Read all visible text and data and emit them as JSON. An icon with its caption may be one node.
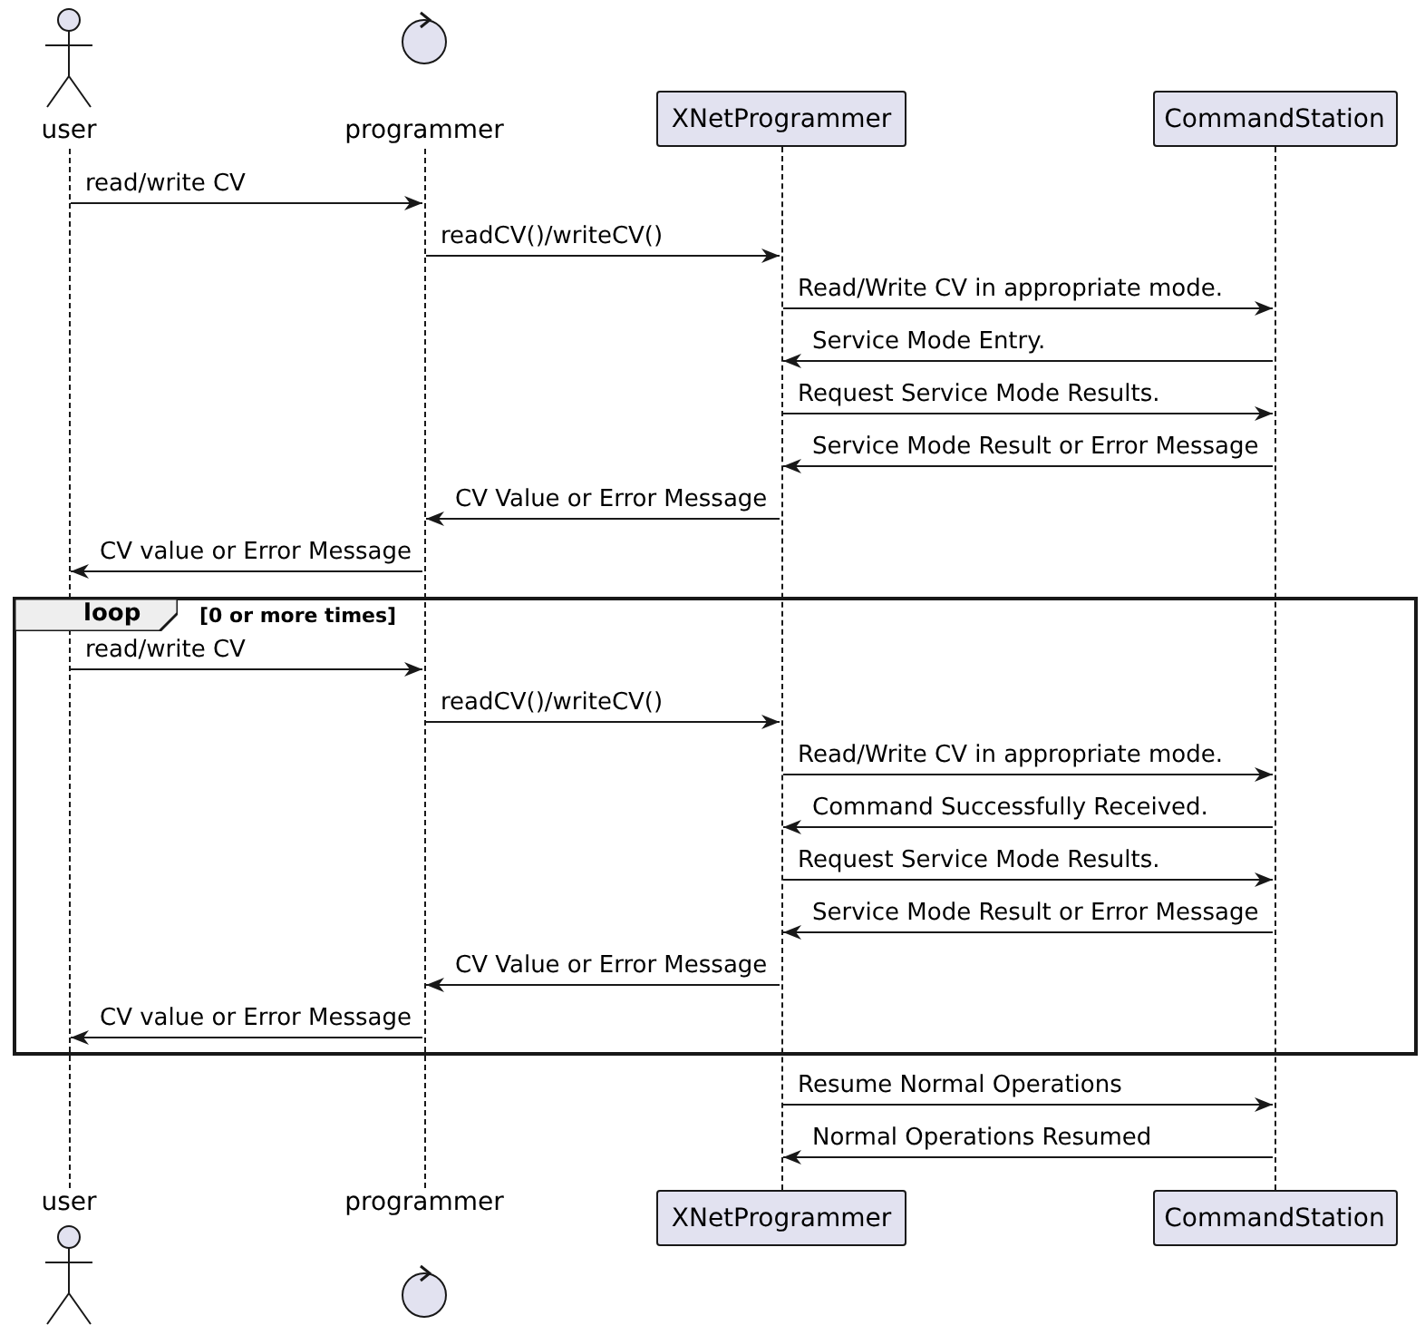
{
  "diagram": {
    "nodes": [
      {
        "text": [
          "user"
        ]
      },
      {
        "text": [
          "programmer"
        ]
      },
      {
        "text": [
          "XNetProgrammer"
        ]
      },
      {
        "text": [
          "CommandStation"
        ]
      },
      {
        "text": [],
        "shape": "line"
      },
      {
        "text": [],
        "shape": "line"
      },
      {
        "text": [],
        "shape": "line"
      },
      {
        "text": [],
        "shape": "line"
      },
      {
        "text": [
          "loop",
          "[0 or more times]"
        ]
      },
      {
        "text": [
          "user"
        ]
      },
      {
        "text": [
          "programmer"
        ]
      },
      {
        "text": [
          "XNetProgrammer"
        ]
      },
      {
        "text": [
          "CommandStation"
        ]
      }
    ],
    "edges": [
      {
        "from": 4,
        "to": 5,
        "arrow": "to",
        "label": "read/write CV"
      },
      {
        "from": 5,
        "to": 6,
        "arrow": "to",
        "label": "readCV()/writeCV()"
      },
      {
        "from": 6,
        "to": 7,
        "arrow": "to",
        "label": "Read/Write CV in appropriate mode."
      },
      {
        "from": 7,
        "to": 6,
        "arrow": "to",
        "label": "Service Mode Entry."
      },
      {
        "from": 6,
        "to": 7,
        "arrow": "to",
        "label": "Request Service Mode Results."
      },
      {
        "from": 7,
        "to": 6,
        "arrow": "to",
        "label": "Service Mode Result or Error Message"
      },
      {
        "from": 6,
        "to": 5,
        "arrow": "to",
        "label": "CV Value or Error Message"
      },
      {
        "from": 5,
        "to": 4,
        "arrow": "to",
        "label": "CV value or Error Message"
      },
      {
        "from": 4,
        "to": 5,
        "arrow": "to",
        "label": "read/write CV"
      },
      {
        "from": 5,
        "to": 6,
        "arrow": "to",
        "label": "readCV()/writeCV()"
      },
      {
        "from": 6,
        "to": 7,
        "arrow": "to",
        "label": "Read/Write CV in appropriate mode."
      },
      {
        "from": 7,
        "to": 6,
        "arrow": "to",
        "label": "Command Successfully Received."
      },
      {
        "from": 6,
        "to": 7,
        "arrow": "to",
        "label": "Request Service Mode Results."
      },
      {
        "from": 7,
        "to": 6,
        "arrow": "to",
        "label": "Service Mode Result or Error Message"
      },
      {
        "from": 6,
        "to": 5,
        "arrow": "to",
        "label": "CV Value or Error Message"
      },
      {
        "from": 5,
        "to": 4,
        "arrow": "to",
        "label": "CV value or Error Message"
      },
      {
        "from": 6,
        "to": 7,
        "arrow": "to",
        "label": "Resume Normal Operations"
      },
      {
        "from": 7,
        "to": 6,
        "arrow": "to",
        "label": "Normal Operations Resumed"
      }
    ]
  }
}
